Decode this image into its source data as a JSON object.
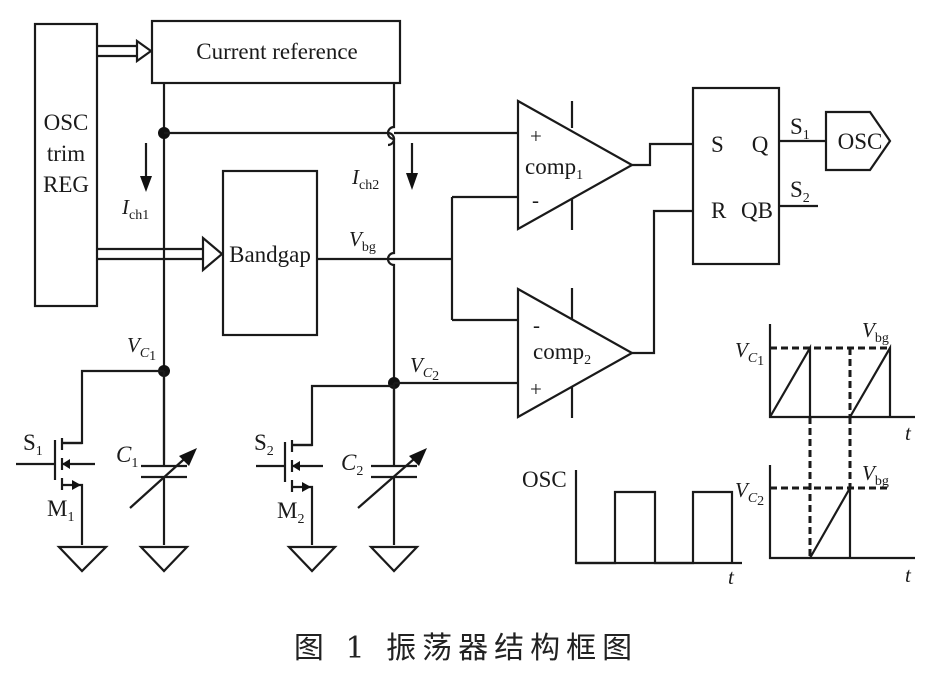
{
  "blocks": {
    "osc_trim_reg": [
      "OSC",
      "trim",
      "REG"
    ],
    "current_reference": "Current reference",
    "bandgap": "Bandgap",
    "comparator1": {
      "name": "comp",
      "sub": "1",
      "plus": "+",
      "minus": "-"
    },
    "comparator2": {
      "name": "comp",
      "sub": "2",
      "plus": "+",
      "minus": "-"
    },
    "sr_latch": {
      "s": "S",
      "r": "R",
      "q": "Q",
      "qb": "QB"
    },
    "osc_output": "OSC"
  },
  "signals": {
    "ich1": {
      "main": "I",
      "sub": "ch1"
    },
    "ich2": {
      "main": "I",
      "sub": "ch2"
    },
    "vbg": {
      "main": "V",
      "sub": "bg"
    },
    "vc1": {
      "main": "V",
      "sub": "C",
      "subsub": "1"
    },
    "vc2": {
      "main": "V",
      "sub": "C",
      "subsub": "2"
    },
    "s1": {
      "main": "S",
      "sub": "1"
    },
    "s2": {
      "main": "S",
      "sub": "2"
    }
  },
  "components": {
    "m1": {
      "main": "M",
      "sub": "1"
    },
    "m2": {
      "main": "M",
      "sub": "2"
    },
    "c1": {
      "main": "C",
      "sub": "1"
    },
    "c2": {
      "main": "C",
      "sub": "2"
    },
    "sw1_gate": {
      "main": "S",
      "sub": "1"
    },
    "sw2_gate": {
      "main": "S",
      "sub": "2"
    }
  },
  "waveforms": {
    "osc_label": "OSC",
    "time_label": "t",
    "vc1_label": {
      "main": "V",
      "sub": "C",
      "subsub": "1"
    },
    "vc2_label": {
      "main": "V",
      "sub": "C",
      "subsub": "2"
    },
    "vbg_label": {
      "main": "V",
      "sub": "bg"
    }
  },
  "caption": "图 1   振荡器结构框图"
}
